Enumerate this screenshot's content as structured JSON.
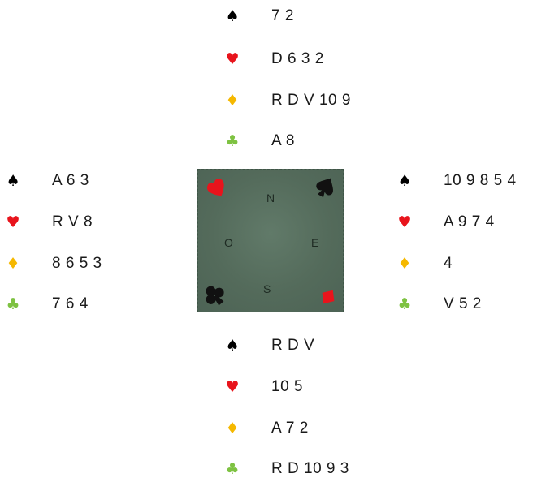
{
  "suits": {
    "spade": {
      "symbol": "♠",
      "color": "#000000"
    },
    "heart": {
      "symbol": "♥",
      "color": "#e8141c"
    },
    "diamond": {
      "symbol": "♦",
      "color": "#f5b800"
    },
    "club": {
      "symbol": "♣",
      "color": "#7ec242"
    }
  },
  "north": {
    "spades": "7 2",
    "hearts": "D 6 3 2",
    "diamonds": "R D V 10 9",
    "clubs": "A 8"
  },
  "west": {
    "spades": "A 6 3",
    "hearts": "R V 8",
    "diamonds": "8 6 5 3",
    "clubs": "7 6 4"
  },
  "east": {
    "spades": "10 9 8 5 4",
    "hearts": "A 9 7 4",
    "diamonds": "4",
    "clubs": "V 5 2"
  },
  "south": {
    "spades": "R D  V",
    "hearts": "10 5",
    "diamonds": "A 7 2",
    "clubs": "R D 10 9 3"
  },
  "table": {
    "north_label": "N",
    "south_label": "S",
    "east_label": "E",
    "west_label": "O",
    "felt_color": "#556b5c"
  }
}
